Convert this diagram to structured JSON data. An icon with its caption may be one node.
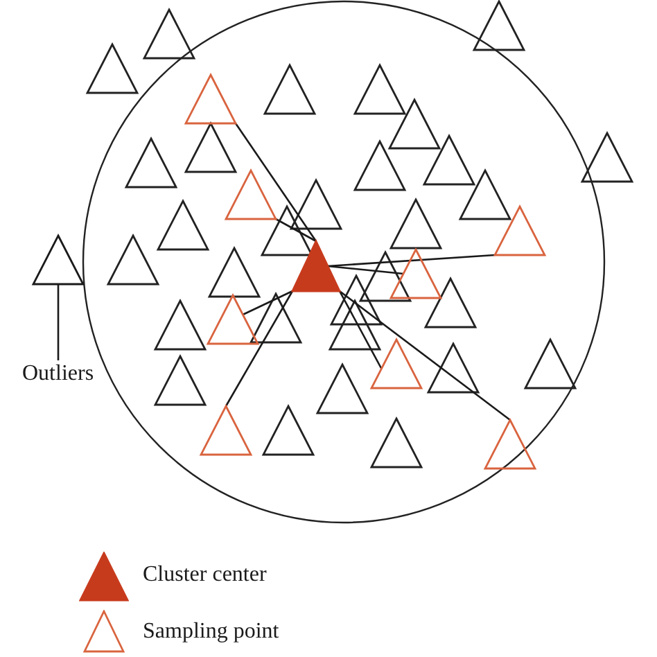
{
  "diagram": {
    "nodes": [
      {
        "text": [],
        "shape": "triangle"
      },
      {
        "text": [],
        "shape": "triangle"
      },
      {
        "text": [],
        "shape": "triangle"
      },
      {
        "text": [],
        "shape": "triangle"
      },
      {
        "text": [],
        "shape": "triangle"
      },
      {
        "text": [],
        "shape": "triangle"
      },
      {
        "text": [],
        "shape": "triangle"
      },
      {
        "text": [],
        "shape": "triangle"
      },
      {
        "text": [],
        "shape": "triangle"
      },
      {
        "text": [
          "Outliers"
        ]
      },
      {
        "text": [],
        "shape": "triangle"
      }
    ],
    "edges": [
      {
        "from": 0,
        "to": 1,
        "arrow": "none"
      },
      {
        "from": 0,
        "to": 2,
        "arrow": "none"
      },
      {
        "from": 0,
        "to": 3,
        "arrow": "none"
      },
      {
        "from": 0,
        "to": 4,
        "arrow": "none"
      },
      {
        "from": 0,
        "to": 5,
        "arrow": "none"
      },
      {
        "from": 0,
        "to": 6,
        "arrow": "none"
      },
      {
        "from": 0,
        "to": 7,
        "arrow": "none"
      },
      {
        "from": 0,
        "to": 8,
        "arrow": "none"
      },
      {
        "from": 9,
        "to": 10,
        "arrow": "none"
      }
    ],
    "legend": [
      {
        "text": "Cluster center"
      },
      {
        "text": "Sampling point"
      }
    ]
  }
}
